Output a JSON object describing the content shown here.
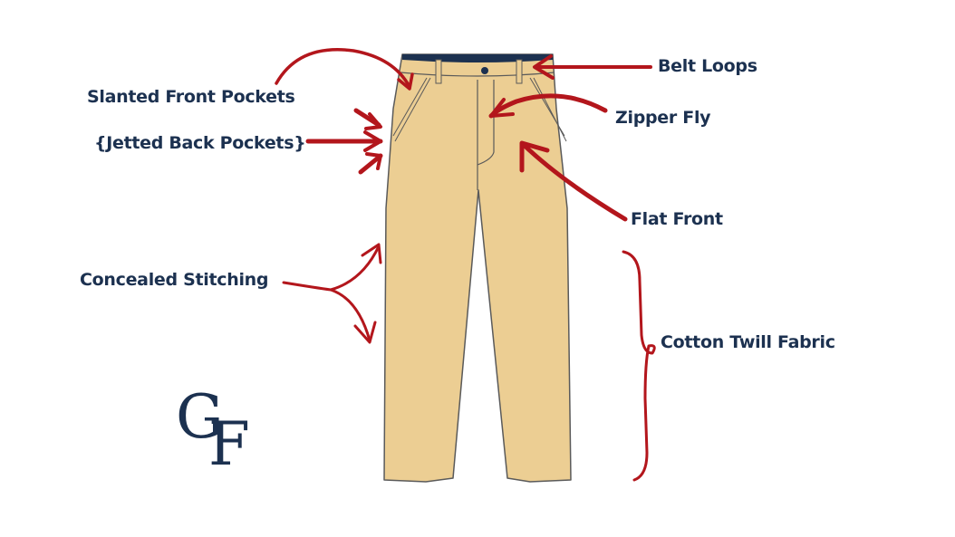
{
  "diagram": {
    "subject": "Chino pants (front view)",
    "colors": {
      "fabric": "#ecce93",
      "outline": "#5a5a5a",
      "waistband_inner": "#1c3150",
      "annotation_arrow": "#b3161c",
      "label_text": "#1c3150"
    },
    "labels": [
      {
        "id": "slanted-front-pockets",
        "text": "Slanted Front Pockets"
      },
      {
        "id": "jetted-back-pockets",
        "text": "{Jetted Back Pockets}"
      },
      {
        "id": "concealed-stitching",
        "text": "Concealed Stitching"
      },
      {
        "id": "belt-loops",
        "text": "Belt Loops"
      },
      {
        "id": "zipper-fly",
        "text": "Zipper Fly"
      },
      {
        "id": "flat-front",
        "text": "Flat Front"
      },
      {
        "id": "cotton-twill-fabric",
        "text": "Cotton Twill Fabric"
      }
    ],
    "logo": {
      "letter1": "G",
      "letter2": "F"
    }
  }
}
